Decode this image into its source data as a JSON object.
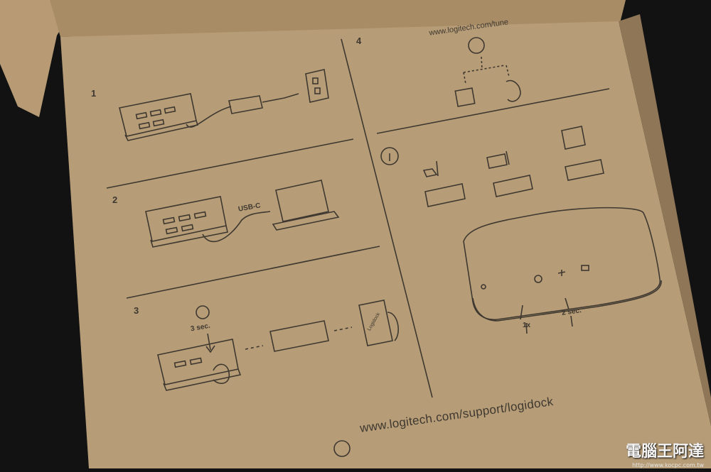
{
  "box": {
    "url_top": "www.logitech.com/tune",
    "url_bottom": "www.logitech.com/support/logidock",
    "steps": [
      "1",
      "2",
      "3",
      "4"
    ],
    "usb_label": "USB-C",
    "hold_label": "3 sec.",
    "phone_text": "Logidock",
    "press_1x": "1x",
    "press_2sec": "2 sec.",
    "info_icon": "info-icon",
    "help_icon": "question-icon"
  },
  "watermark": {
    "text": "電腦王阿達",
    "site": "http://www.kocpc.com.tw"
  },
  "colors": {
    "cardboard": "#b79d77",
    "ink": "#3e3830",
    "background": "#121212"
  }
}
